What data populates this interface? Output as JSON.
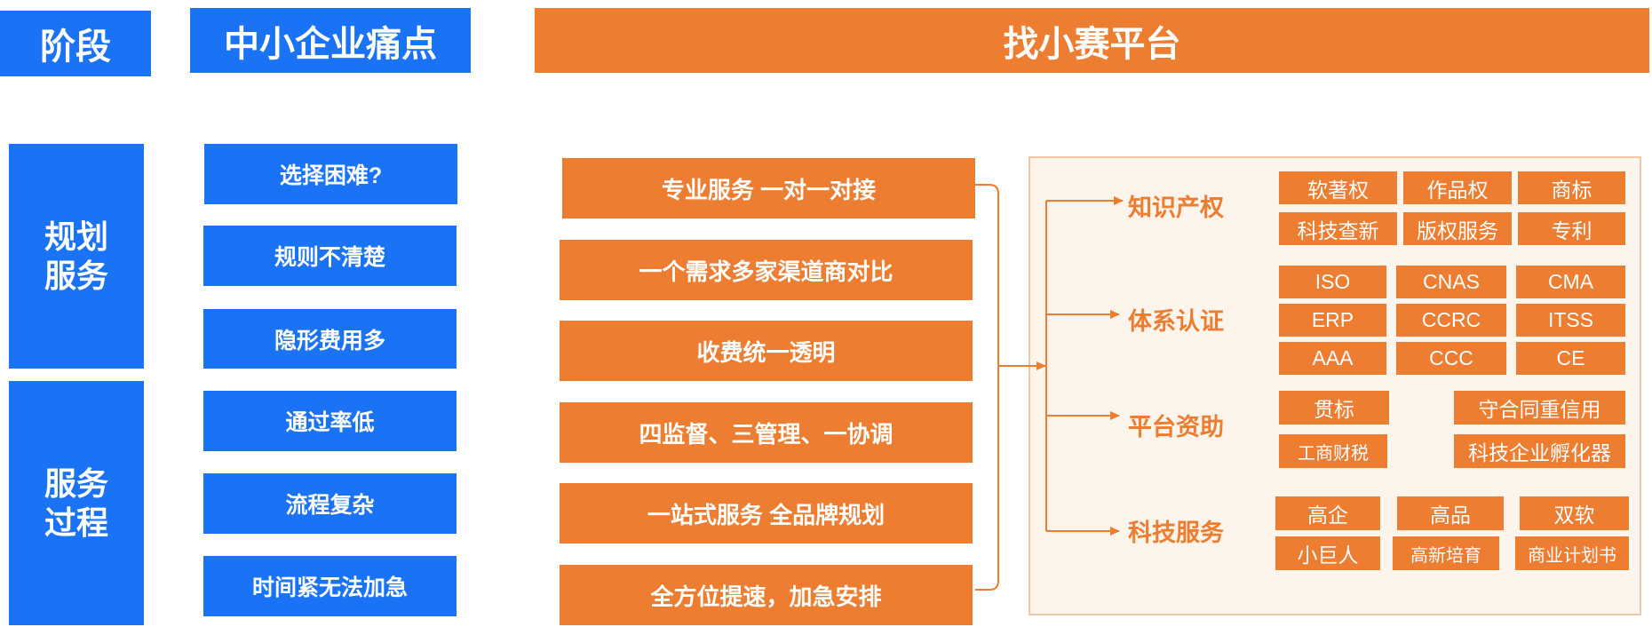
{
  "headers": {
    "stage": "阶段",
    "pain_points": "中小企业痛点",
    "platform": "找小赛平台"
  },
  "stages": [
    "规划\n服务",
    "服务\n过程"
  ],
  "pain_points": [
    "选择困难?",
    "规则不清楚",
    "隐形费用多",
    "通过率低",
    "流程复杂",
    "时间紧无法加急"
  ],
  "features": [
    "专业服务 一对一对接",
    "一个需求多家渠道商对比",
    "收费统一透明",
    "四监督、三管理、一协调",
    "一站式服务 全品牌规划",
    "全方位提速，加急安排"
  ],
  "categories": [
    {
      "name": "知识产权",
      "tags": [
        "软著权",
        "作品权",
        "商标",
        "科技查新",
        "版权服务",
        "专利"
      ]
    },
    {
      "name": "体系认证",
      "tags": [
        "ISO",
        "CNAS",
        "CMA",
        "ERP",
        "CCRC",
        "ITSS",
        "AAA",
        "CCC",
        "CE"
      ]
    },
    {
      "name": "平台资助",
      "tags": [
        "贯标",
        "守合同重信用",
        "工商财税",
        "科技企业孵化器"
      ]
    },
    {
      "name": "科技服务",
      "tags": [
        "高企",
        "高品",
        "双软",
        "小巨人",
        "高新培育",
        "商业计划书"
      ]
    }
  ],
  "colors": {
    "blue": "#1a73f5",
    "orange": "#ed7d31",
    "panel_bg": "#fdf4ec",
    "panel_border": "#f3c7a5"
  }
}
